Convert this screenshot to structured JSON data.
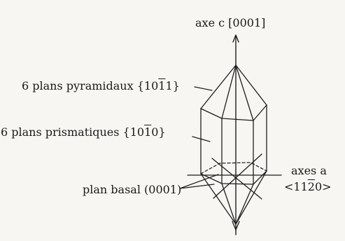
{
  "labels": {
    "c_axis": {
      "prefix": "axe c [0001]",
      "bar": "",
      "suffix": ""
    },
    "pyramidal": {
      "prefix": "6 plans pyramidaux {10",
      "bar": "1",
      "suffix": "1}"
    },
    "prismatic": {
      "prefix": "6 plans prismatiques {10",
      "bar": "1",
      "suffix": "0}"
    },
    "basal": {
      "prefix": "plan basal (0001)",
      "bar": "",
      "suffix": ""
    },
    "a_axes_line1": {
      "prefix": "axes a",
      "bar": "",
      "suffix": ""
    },
    "a_axes_line2": {
      "prefix": "<11",
      "bar": "2",
      "suffix": "0>"
    }
  },
  "colors": {
    "ink": "#1e1e1e",
    "paper": "#f7f6f2"
  }
}
